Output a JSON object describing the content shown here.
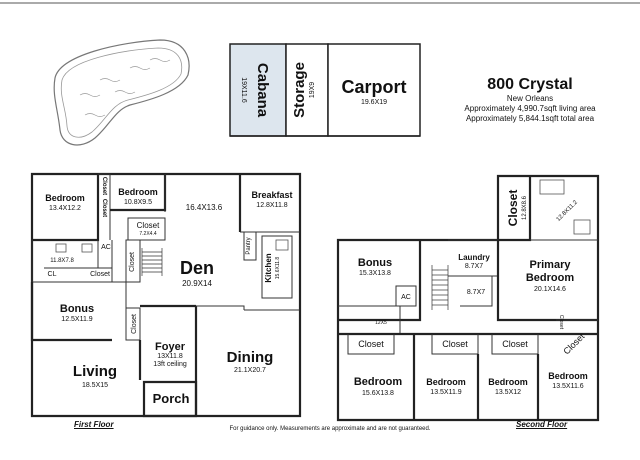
{
  "header": {
    "title": "800 Crystal",
    "subtitle": "New Orleans",
    "living_area": "Approximately 4,990.7sqft living area",
    "total_area": "Approximately 5,844.1sqft total area"
  },
  "outbuildings": {
    "cabana": {
      "name": "Cabana",
      "dim": "19X11.6"
    },
    "storage": {
      "name": "Storage",
      "dim": "19X9"
    },
    "carport": {
      "name": "Carport",
      "dim": "19.6X19"
    }
  },
  "first_floor": {
    "label": "First Floor",
    "bedroom1": {
      "name": "Bedroom",
      "dim": "13.4X12.2"
    },
    "bedroom2": {
      "name": "Bedroom",
      "dim": "10.8X9.5"
    },
    "closet_a": "Closet",
    "closet_b": "Closet",
    "closet_c": {
      "name": "Closet",
      "dim": "7.2X4.4"
    },
    "closet_d": "Closet",
    "closet_e": "Closet",
    "closet_f": "Closet",
    "bath_dim": "11.8X7.8",
    "ac": "AC",
    "cl": "CL",
    "den_upper_dim": "16.4X13.6",
    "den": {
      "name": "Den",
      "dim": "20.9X14"
    },
    "breakfast": {
      "name": "Breakfast",
      "dim": "12.8X11.8"
    },
    "pantry": "Pantry",
    "kitchen": {
      "name": "Kitchen",
      "dim": "15.6X11.8"
    },
    "bonus": {
      "name": "Bonus",
      "dim": "12.5X11.9"
    },
    "foyer": {
      "name": "Foyer",
      "dim": "13X11.8",
      "note": "13ft ceiling"
    },
    "living": {
      "name": "Living",
      "dim": "18.5X15"
    },
    "dining": {
      "name": "Dining",
      "dim": "21.1X20.7"
    },
    "porch": "Porch"
  },
  "second_floor": {
    "label": "Second Floor",
    "closet_top": {
      "name": "Closet",
      "dim": "12.8X8.6"
    },
    "bath_dim": "12.8X11.2",
    "bonus": {
      "name": "Bonus",
      "dim": "15.3X13.8"
    },
    "ac": "AC",
    "laundry": {
      "name": "Laundry",
      "dim": "8.7X7"
    },
    "small_dim": "8.7X7",
    "primary": {
      "name": "Primary",
      "name2": "Bedroom",
      "dim": "20.1X14.6"
    },
    "hall_bath_dim": "12X5",
    "closet_1": "Closet",
    "closet_2": "Closet",
    "closet_3": "Closet",
    "closet_4": "Closet",
    "closet_5": "Closet",
    "bed_1": {
      "name": "Bedroom",
      "dim": "15.6X13.8"
    },
    "bed_2": {
      "name": "Bedroom",
      "dim": "13.5X11.9"
    },
    "bed_3": {
      "name": "Bedroom",
      "dim": "13.5X12"
    },
    "bed_4": {
      "name": "Bedroom",
      "dim": "13.5X11.6"
    }
  },
  "footer": {
    "disclaimer": "For guidance only. Measurements are approximate and are not guaranteed."
  },
  "colors": {
    "cabana_fill": "#dde6ee",
    "wall": "#222222"
  }
}
